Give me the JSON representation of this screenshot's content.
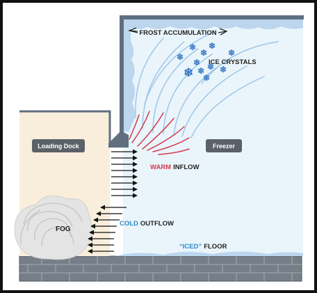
{
  "labels": {
    "frost": "FROST ACCUMULATION",
    "ice": "ICE CRYSTALS",
    "loading_dock": "Loading Dock",
    "freezer": "Freezer",
    "warm_word": "WARM",
    "inflow_word": "INFLOW",
    "fog": "FOG",
    "cold_word": "COLD",
    "outflow_word": "OUTFLOW",
    "iced_word": "“ICED”",
    "floor_word": "FLOOR"
  },
  "colors": {
    "freezer_fill": "#e9f5fb",
    "dock_fill": "#f9eedb",
    "wall": "#5f6f80",
    "frost": "#bcd6ee",
    "swirl": "#9cc3e6",
    "warm": "#d23a4e",
    "cold": "#2f88c8",
    "brick": "#767f88",
    "fog": "#e4e4e4"
  },
  "icons": [
    "snowflake-icon",
    "arrow-right-icon",
    "arrow-left-icon"
  ]
}
